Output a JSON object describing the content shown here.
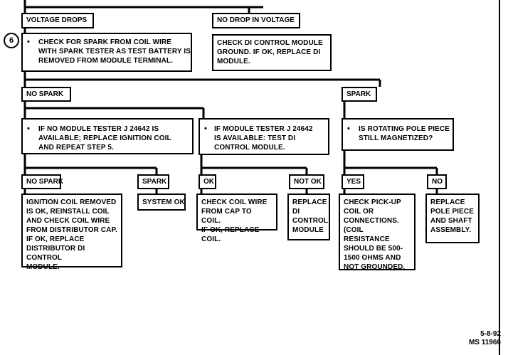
{
  "step_number": "6",
  "nodes": {
    "voltage_drops": "VOLTAGE DROPS",
    "no_drop_in_voltage": "NO DROP IN VOLTAGE",
    "check_spark_coil_wire": "CHECK FOR SPARK FROM COIL WIRE\nWITH SPARK TESTER AS TEST BATTERY IS\nREMOVED FROM MODULE TERMINAL.",
    "check_di_ground": "CHECK DI CONTROL MODULE\nGROUND.  IF OK, REPLACE DI\nMODULE.",
    "no_spark_1": "NO SPARK",
    "spark_1": "SPARK",
    "no_tester": "IF NO MODULE TESTER J 24642 IS\nAVAILABLE;  REPLACE IGNITION COIL\nAND REPEAT STEP 5.",
    "tester_available": "IF MODULE TESTER J 24642\nIS AVAILABLE:  TEST DI\nCONTROL MODULE.",
    "pole_piece_magnetized": "IS ROTATING POLE PIECE\nSTILL MAGNETIZED?",
    "no_spark_2": "NO SPARK",
    "spark_2": "SPARK",
    "ok": "OK",
    "not_ok": "NOT OK",
    "yes": "YES",
    "no": "NO",
    "coil_removed": "IGNITION COIL REMOVED\nIS OK, REINSTALL COIL\nAND CHECK COIL WIRE\nFROM DISTRIBUTOR CAP.\nIF OK, REPLACE\nDISTRIBUTOR DI CONTROL\nMODULE.",
    "system_ok": "SYSTEM OK",
    "check_coil_wire_cap": "CHECK COIL WIRE\nFROM CAP TO COIL.\nIF OK, REPLACE COIL.",
    "replace_di_module": "REPLACE\nDI\nCONTROL\nMODULE",
    "check_pickup_coil": "CHECK PICK-UP\nCOIL OR\nCONNECTIONS.\n(COIL RESISTANCE\nSHOULD BE 500-\n1500 OHMS AND\nNOT GROUNDED.",
    "replace_pole_piece": "REPLACE\nPOLE PIECE\nAND SHAFT\nASSEMBLY."
  },
  "bullet": "•",
  "figure_ref": {
    "line1": "5-8-92",
    "line2": "MS 11966"
  }
}
